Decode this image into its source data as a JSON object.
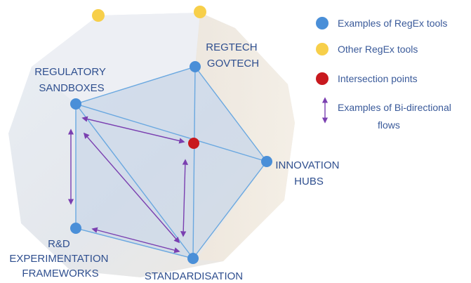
{
  "nodes": {
    "regtech": {
      "lines": [
        "REGTECH",
        "GOVTECH"
      ]
    },
    "sandboxes": {
      "lines": [
        "REGULATORY",
        "SANDBOXES"
      ]
    },
    "innovation": {
      "lines": [
        "INNOVATION",
        "HUBS"
      ]
    },
    "rd": {
      "lines": [
        "R&D",
        "EXPERIMENTATION",
        "FRAMEWORKS"
      ]
    },
    "standardisation": {
      "lines": [
        "STANDARDISATION"
      ]
    }
  },
  "legend": {
    "regex_tools": "Examples of RegEx tools",
    "other_tools": "Other RegEx tools",
    "intersection": "Intersection points",
    "bidirectional_line1": "Examples of Bi-directional",
    "bidirectional_line2": "flows"
  },
  "colors": {
    "blue_node": "#4a8fd8",
    "yellow_node": "#f7cf4a",
    "red_node": "#c8191e",
    "flow_arrow": "#7a3fb0",
    "edge": "#6aa8e0",
    "label_text": "#2f4f8f"
  }
}
